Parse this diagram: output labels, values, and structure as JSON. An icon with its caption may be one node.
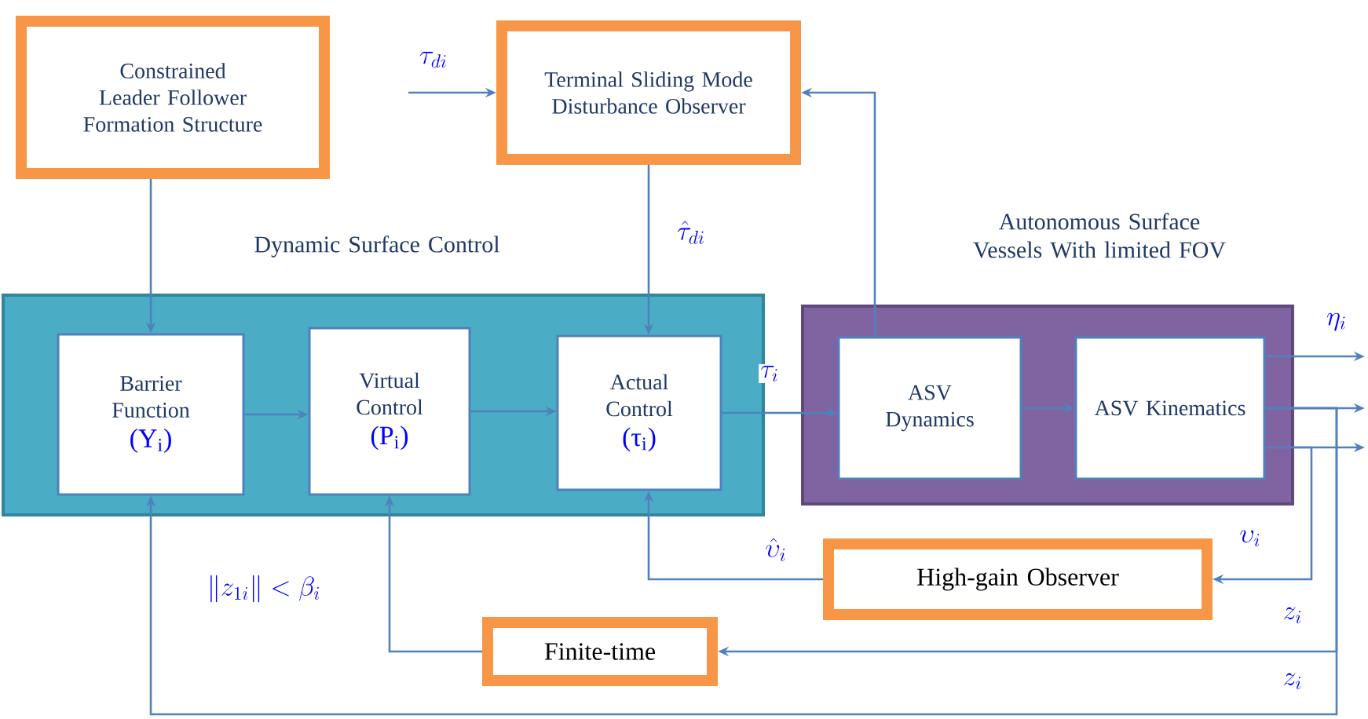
{
  "diagram": {
    "nodes": [
      {
        "text": [
          "Constrained Leader Follower Formation Structure"
        ]
      },
      {
        "text": [
          "Terminal Sliding Mode Disturbance Observer"
        ]
      },
      {
        "text": [
          "Dynamic Surface Control"
        ]
      },
      {
        "text": [
          "Barrier Function",
          "(Υ$_{i}$)"
        ],
        "in": 2
      },
      {
        "text": [
          "Virtual Control",
          "(P$_{i}$)"
        ],
        "in": 2
      },
      {
        "text": [
          "Actual Control",
          "(τ$_{i}$)"
        ],
        "in": 2
      },
      {
        "text": [
          "Autonomous Surface Vessels With limited FOV"
        ]
      },
      {
        "text": [
          "ASV Dynamics"
        ],
        "in": 6
      },
      {
        "text": [
          "ASV Kinematics"
        ],
        "in": 6
      },
      {
        "text": [
          "High-gain Observer"
        ]
      },
      {
        "text": [
          "Finite-time"
        ]
      }
    ],
    "edges": [
      {
        "from": 0,
        "to": 3,
        "arrow": "to"
      },
      {
        "from": null,
        "to": 1,
        "arrow": "to",
        "label": "\\tau_{di}"
      },
      {
        "from": 1,
        "to": 5,
        "arrow": "to",
        "label": "\\hat{\\tau}_{di}"
      },
      {
        "from": 7,
        "to": 1,
        "arrow": "to"
      },
      {
        "from": 3,
        "to": 4,
        "arrow": "to"
      },
      {
        "from": 4,
        "to": 5,
        "arrow": "to"
      },
      {
        "from": 5,
        "to": 7,
        "arrow": "to",
        "label": "\\tau_{i}"
      },
      {
        "from": 7,
        "to": 8,
        "arrow": "to"
      },
      {
        "from": 8,
        "to": null,
        "arrow": "to",
        "label": "\\eta_{i}"
      },
      {
        "from": 8,
        "to": null,
        "arrow": "to"
      },
      {
        "from": 8,
        "to": null,
        "arrow": "to"
      },
      {
        "from": 8,
        "to": 9,
        "arrow": "to",
        "label": "\\upsilon_{i}"
      },
      {
        "from": 8,
        "to": 10,
        "arrow": "to",
        "label": "z_{i}"
      },
      {
        "from": 8,
        "to": 3,
        "arrow": "to",
        "label": "z_{i}"
      },
      {
        "from": 9,
        "to": 5,
        "arrow": "to",
        "label": "\\hat{\\upsilon}_{i}"
      },
      {
        "from": 10,
        "to": 4,
        "arrow": "to"
      }
    ],
    "labels": [
      "\\|z_{1i}\\| < \\beta_{i}"
    ]
  }
}
